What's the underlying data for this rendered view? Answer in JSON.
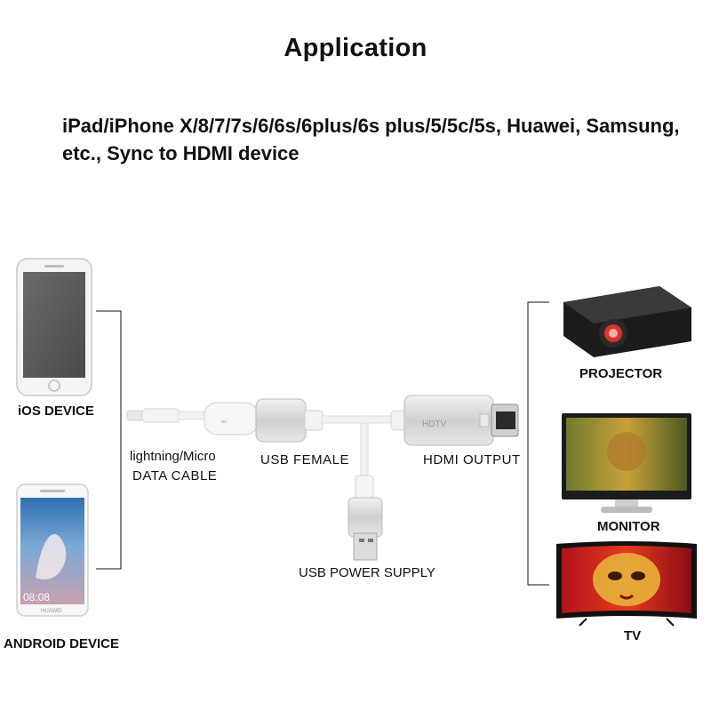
{
  "title": "Application",
  "subtitle": "iPad/iPhone X/8/7/7s/6/6s/6plus/6s plus/5/5c/5s, Huawei, Samsung, etc., Sync to HDMI device",
  "labels": {
    "ios_device": "iOS DEVICE",
    "android_device": "ANDROID DEVICE",
    "cable_line1": "lightning/Micro",
    "cable_line2": "DATA CABLE",
    "usb_female": "USB FEMALE",
    "hdmi_output": "HDMI OUTPUT",
    "usb_power": "USB POWER SUPPLY",
    "projector": "PROJECTOR",
    "monitor": "MONITOR",
    "tv": "TV"
  },
  "android_screen_time": "08:08",
  "android_brand": "HUAWEI",
  "adapter_text": "HDTV",
  "colors": {
    "text": "#111111",
    "cable_white": "#f4f4f4",
    "adapter_silver": "#d9d9d9",
    "projector_body": "#1c1c1c",
    "projector_lens": "#e24a3a",
    "tv_bezel": "#111111"
  }
}
